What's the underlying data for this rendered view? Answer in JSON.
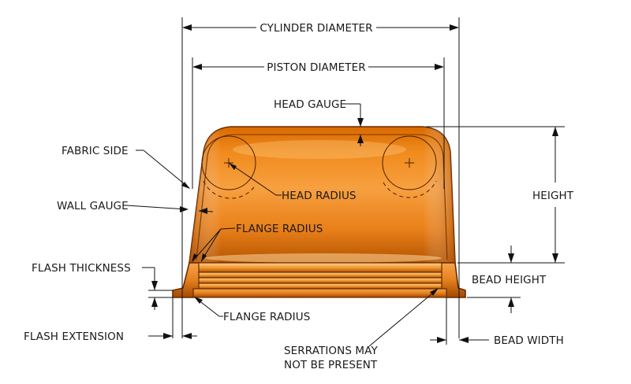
{
  "labels": {
    "cylinder_diameter": "CYLINDER DIAMETER",
    "piston_diameter": "PISTON DIAMETER",
    "head_gauge": "HEAD GAUGE",
    "fabric_side": "FABRIC SIDE",
    "head_radius": "HEAD RADIUS",
    "height": "HEIGHT",
    "wall_gauge": "WALL GAUGE",
    "flange_radius_upper": "FLANGE RADIUS",
    "flash_thickness": "FLASH THICKNESS",
    "bead_height": "BEAD HEIGHT",
    "flange_radius_lower": "FLANGE RADIUS",
    "flash_extension": "FLASH EXTENSION",
    "bead_width": "BEAD WIDTH",
    "serrations_line1": "SERRATIONS MAY",
    "serrations_line2": "NOT BE PRESENT"
  },
  "colors": {
    "rubber_light": "#f7a64a",
    "rubber_mid": "#ef8a1c",
    "rubber_dark": "#c45a00",
    "outline": "#6a2a00",
    "lines": "#111111"
  }
}
